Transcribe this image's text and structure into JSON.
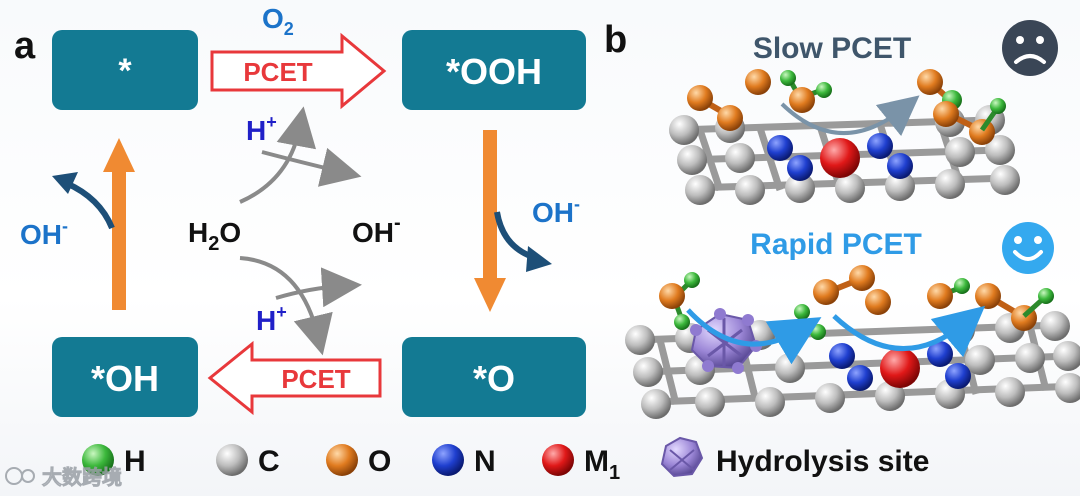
{
  "panel_a": {
    "label": "a",
    "states": {
      "top_left": "*",
      "top_right": "*OOH",
      "bottom_right": "*O",
      "bottom_left": "*OH"
    },
    "pcet_top": "PCET",
    "pcet_bottom": "PCET",
    "o2_label": "O",
    "o2_sub": "2",
    "h_plus_top": "H",
    "h_plus_bottom": "H",
    "plus_sup": "+",
    "water": "H",
    "water_sub": "2",
    "water_tail": "O",
    "oh_center": "OH",
    "oh_left": "OH",
    "oh_right": "OH",
    "minus_sup": "-"
  },
  "panel_b": {
    "label": "b",
    "slow_title": "Slow PCET",
    "rapid_title": "Rapid PCET",
    "slow_face": "sad-face",
    "rapid_face": "happy-face"
  },
  "legend": {
    "items": [
      {
        "symbol": "H",
        "color": "#3cb83c"
      },
      {
        "symbol": "C",
        "color": "#b8b8b8"
      },
      {
        "symbol": "O",
        "color": "#e07b1f"
      },
      {
        "symbol": "N",
        "color": "#1f3fcf"
      },
      {
        "symbol": "M",
        "sub": "1",
        "color": "#e01818"
      },
      {
        "symbol": "Hydrolysis site",
        "color": "#9b86d6"
      }
    ]
  },
  "watermark": "大数跨境",
  "colors": {
    "teal": "#137a93",
    "orange_arrow": "#f08a32",
    "navy_arrow": "#1d4f78",
    "pcet_red": "#e8383b",
    "blue_text": "#1c73c9",
    "heading_slow": "#3f566b",
    "heading_rapid": "#2f9be6"
  }
}
